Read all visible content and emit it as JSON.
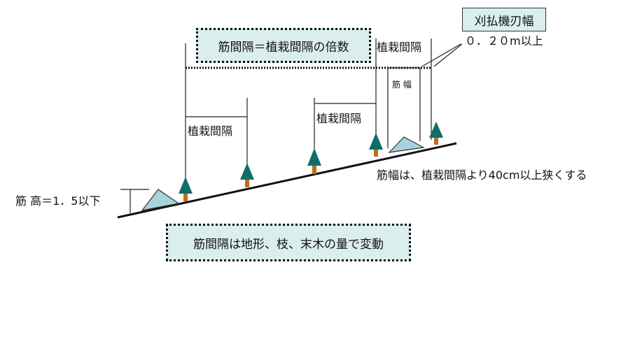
{
  "labels": {
    "rib_interval_note": "筋間隔＝植栽間隔の倍数",
    "cutter_width": "刈払機刃幅",
    "min_clearance": "０．２０m以上",
    "planting_interval": "植栽間隔",
    "rib_width": "筋 幅",
    "rib_width_rule": "筋幅は、植栽間隔より40cm以上狭くする",
    "rib_height": "筋 高＝1．5以下",
    "bottom_note": "筋間隔は地形、枝、末木の量で変動"
  },
  "colors": {
    "box_fill": "#dbeeee",
    "tree": "#0f6e6a",
    "trunk": "#c46a1c",
    "mound": "#a9d3dc",
    "line": "#111111"
  }
}
